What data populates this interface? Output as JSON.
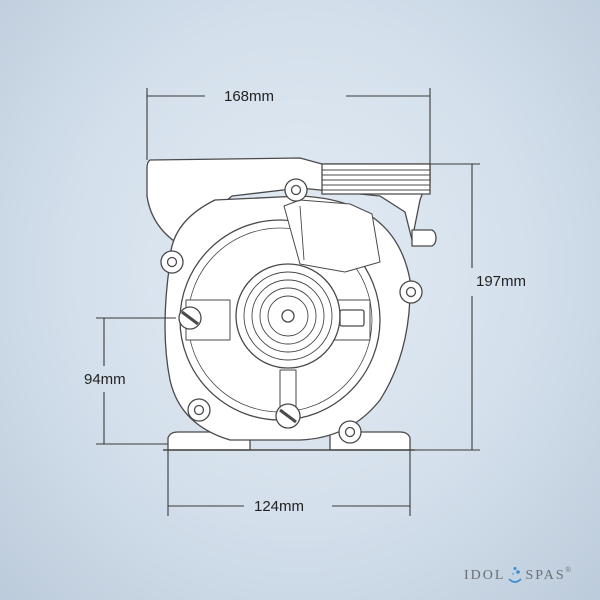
{
  "dimensions": {
    "top_width": "168mm",
    "height": "197mm",
    "shaft_height": "94mm",
    "base_width": "124mm"
  },
  "logo": {
    "left_word": "IDOL",
    "right_word": "SPAS",
    "registered": "®"
  },
  "colors": {
    "outline": "#4a4a4a",
    "dimension_line": "#3a3a3a",
    "body_fill": "#ffffff",
    "logo_blue": "#3d8fd0"
  }
}
